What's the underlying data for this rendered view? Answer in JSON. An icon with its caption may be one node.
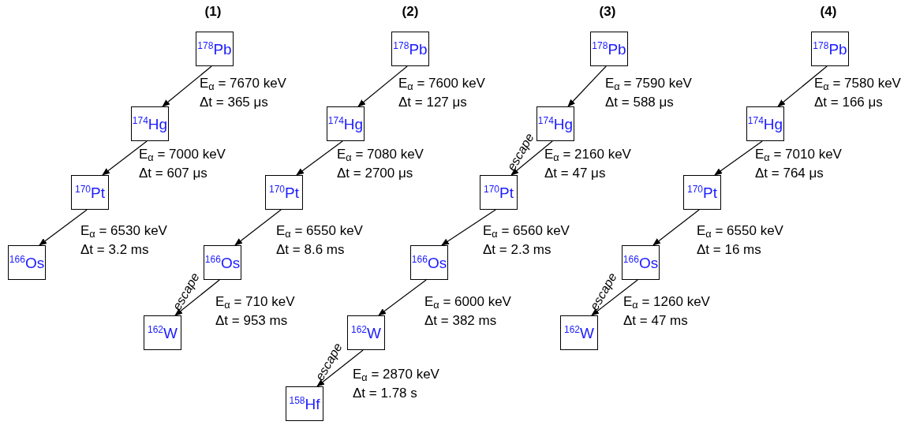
{
  "diagram": {
    "nodes": [
      {
        "text": [
          "$^{178}$Pb"
        ]
      },
      {
        "text": [
          "$^{174}$Hg"
        ]
      },
      {
        "text": [
          "$^{170}$Pt"
        ]
      },
      {
        "text": [
          "$^{166}$Os"
        ]
      },
      {
        "text": [
          "$^{178}$Pb"
        ]
      },
      {
        "text": [
          "$^{174}$Hg"
        ]
      },
      {
        "text": [
          "$^{170}$Pt"
        ]
      },
      {
        "text": [
          "$^{166}$Os"
        ]
      },
      {
        "text": [
          "$^{162}$W"
        ]
      },
      {
        "text": [
          "$^{178}$Pb"
        ]
      },
      {
        "text": [
          "$^{174}$Hg"
        ]
      },
      {
        "text": [
          "$^{170}$Pt"
        ]
      },
      {
        "text": [
          "$^{166}$Os"
        ]
      },
      {
        "text": [
          "$^{162}$W"
        ]
      },
      {
        "text": [
          "$^{158}$Hf"
        ]
      },
      {
        "text": [
          "$^{178}$Pb"
        ]
      },
      {
        "text": [
          "$^{174}$Hg"
        ]
      },
      {
        "text": [
          "$^{170}$Pt"
        ]
      },
      {
        "text": [
          "$^{166}$Os"
        ]
      },
      {
        "text": [
          "$^{162}$W"
        ]
      }
    ],
    "edges": [
      {
        "from": 0,
        "to": 1,
        "arrow": "to"
      },
      {
        "from": 1,
        "to": 2,
        "arrow": "to"
      },
      {
        "from": 2,
        "to": 3,
        "arrow": "to"
      },
      {
        "from": 4,
        "to": 5,
        "arrow": "to"
      },
      {
        "from": 5,
        "to": 6,
        "arrow": "to"
      },
      {
        "from": 6,
        "to": 7,
        "arrow": "to"
      },
      {
        "from": 7,
        "to": 8,
        "arrow": "to",
        "label": "escape"
      },
      {
        "from": 9,
        "to": 10,
        "arrow": "to"
      },
      {
        "from": 10,
        "to": 11,
        "arrow": "to",
        "label": "escape"
      },
      {
        "from": 11,
        "to": 12,
        "arrow": "to"
      },
      {
        "from": 12,
        "to": 13,
        "arrow": "to"
      },
      {
        "from": 13,
        "to": 14,
        "arrow": "to",
        "label": "escape"
      },
      {
        "from": 15,
        "to": 16,
        "arrow": "to"
      },
      {
        "from": 16,
        "to": 17,
        "arrow": "to"
      },
      {
        "from": 17,
        "to": 18,
        "arrow": "to"
      },
      {
        "from": 18,
        "to": 19,
        "arrow": "to",
        "label": "escape"
      }
    ],
    "labels": [
      "(1)",
      "(2)",
      "(3)",
      "(4)",
      "E$_{α}$ = 7670 keV",
      "Δt = 365 μs",
      "E$_{α}$ = 7000 keV",
      "Δt = 607 μs",
      "E$_{α}$ = 6530 keV",
      "Δt = 3.2 ms",
      "E$_{α}$ = 7600 keV",
      "Δt = 127 μs",
      "E$_{α}$ = 7080 keV",
      "Δt = 2700 μs",
      "E$_{α}$ = 6550 keV",
      "Δt = 8.6 ms",
      "E$_{α}$ = 710 keV",
      "Δt = 953 ms",
      "E$_{α}$ = 7590 keV",
      "Δt = 588 μs",
      "E$_{α}$ = 2160 keV",
      "Δt = 47 μs",
      "E$_{α}$ = 6560 keV",
      "Δt = 2.3 ms",
      "E$_{α}$ = 6000 keV",
      "Δt = 382 ms",
      "E$_{α}$ = 2870 keV",
      "Δt = 1.78 s",
      "E$_{α}$ = 7580 keV",
      "Δt = 166 μs",
      "E$_{α}$ = 7010 keV",
      "Δt = 764 μs",
      "E$_{α}$ = 6550 keV",
      "Δt = 16 ms",
      "E$_{α}$ = 1260 keV",
      "Δt = 47 ms"
    ]
  }
}
